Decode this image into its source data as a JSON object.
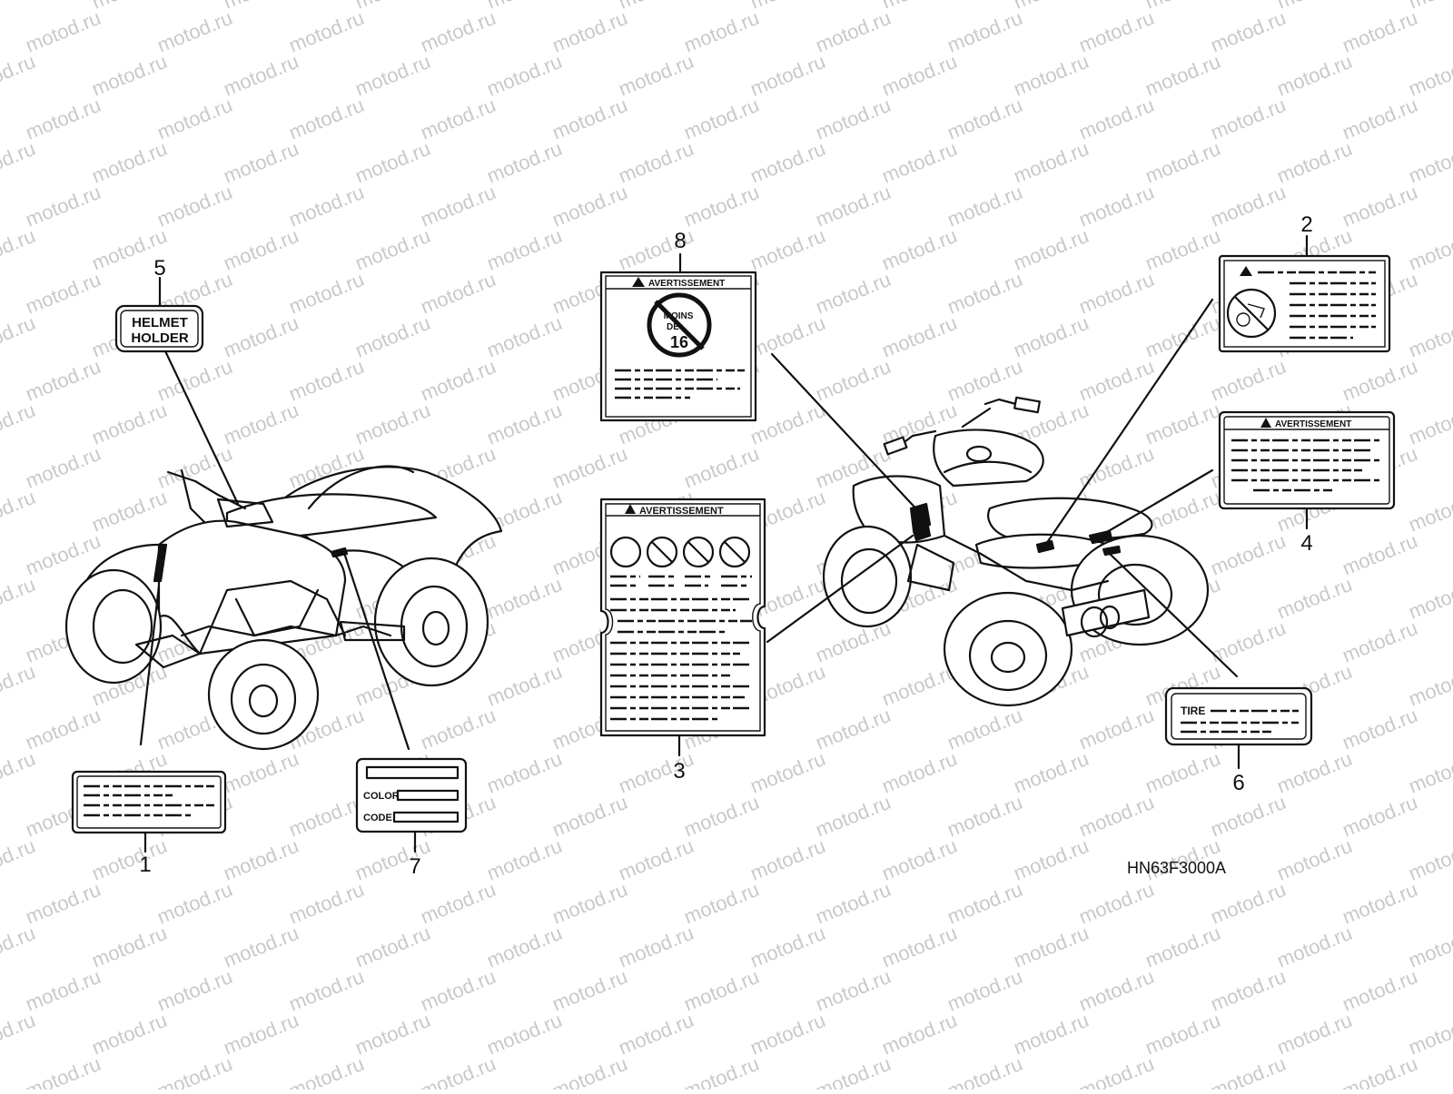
{
  "watermark": {
    "text": "motod.ru"
  },
  "drawing_code": "HN63F3000A",
  "callouts": [
    {
      "id": "1",
      "text": "1"
    },
    {
      "id": "2",
      "text": "2"
    },
    {
      "id": "3",
      "text": "3"
    },
    {
      "id": "4",
      "text": "4"
    },
    {
      "id": "5",
      "text": "5"
    },
    {
      "id": "6",
      "text": "6"
    },
    {
      "id": "7",
      "text": "7"
    },
    {
      "id": "8",
      "text": "8"
    }
  ],
  "labels": {
    "helmet_holder": {
      "line1": "HELMET",
      "line2": "HOLDER"
    },
    "color_code": {
      "color": "COLOR",
      "code": "CODE"
    },
    "tire": {
      "text": "TIRE"
    },
    "warning_header": "AVERTISSEMENT",
    "age_warning": {
      "top": "MOINS",
      "mid": "DE",
      "num": "16"
    }
  }
}
